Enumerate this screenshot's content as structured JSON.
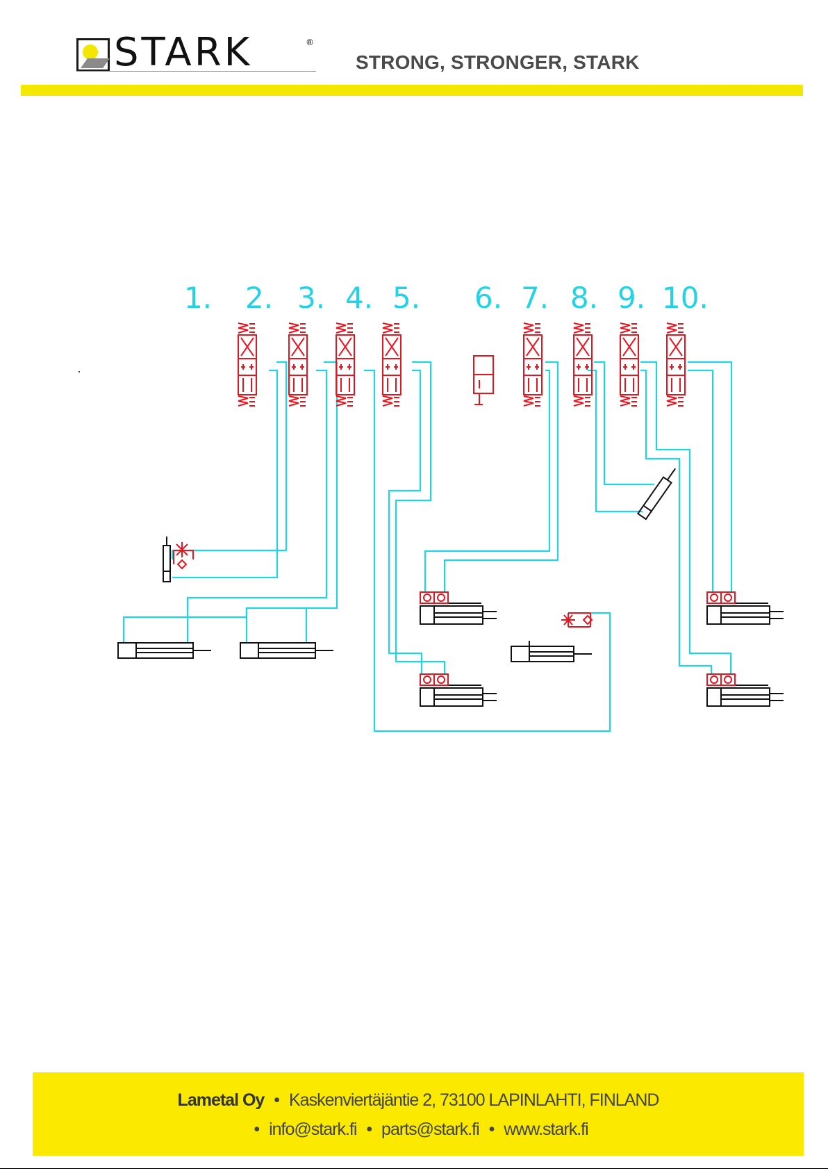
{
  "header": {
    "logo_text": "STARK",
    "logo_registered": "®",
    "tagline": "STRONG, STRONGER, STARK"
  },
  "diagram": {
    "valve_numbers": [
      "1.",
      "2.",
      "3.",
      "4.",
      "5.",
      "6.",
      "7.",
      "8.",
      "9.",
      "10."
    ],
    "colors": {
      "lines": "#22d3e6",
      "valves": "#e8141e",
      "cylinders": "#111111"
    }
  },
  "footer": {
    "company": "Lametal Oy",
    "address": "Kaskenviertäjäntie 2, 73100 LAPINLAHTI, FINLAND",
    "email_info": "info@stark.fi",
    "email_parts": "parts@stark.fi",
    "website": "www.stark.fi",
    "bullet": "•"
  }
}
